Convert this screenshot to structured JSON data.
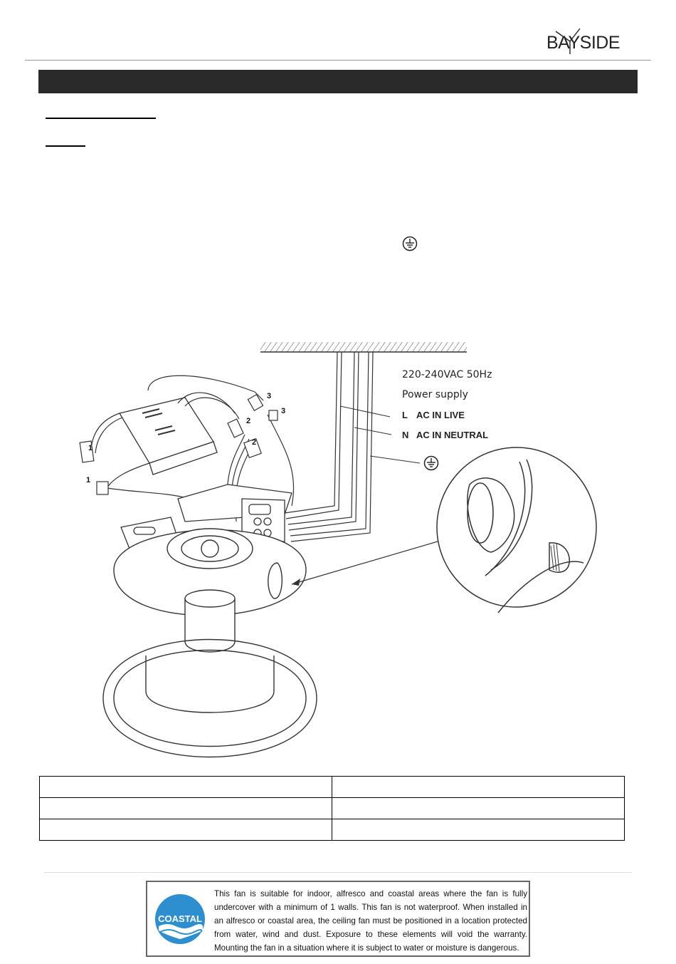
{
  "header": {
    "brand": "BAYSIDE"
  },
  "diagram": {
    "power_voltage": "220-240VAC 50Hz",
    "power_label": "Power supply",
    "live_letter": "L",
    "live_label": "AC IN LIVE",
    "neutral_letter": "N",
    "neutral_label": "AC IN NEUTRAL",
    "connector_numbers": [
      "1",
      "1",
      "2",
      "2",
      "3",
      "3"
    ]
  },
  "spec_table": {
    "rows": [
      [
        "",
        ""
      ],
      [
        "",
        ""
      ],
      [
        "",
        ""
      ]
    ]
  },
  "coastal_notice": {
    "badge": "COASTAL",
    "text": "This fan is suitable for indoor, alfresco and coastal areas where the fan is fully undercover with a minimum of 1 walls. This fan is not waterproof. When installed in an alfresco or coastal area, the ceiling fan must be positioned in a location protected from water, wind and dust. Exposure to these elements will void the warranty. Mounting the fan in a situation where it is subject to water or moisture is dangerous."
  }
}
